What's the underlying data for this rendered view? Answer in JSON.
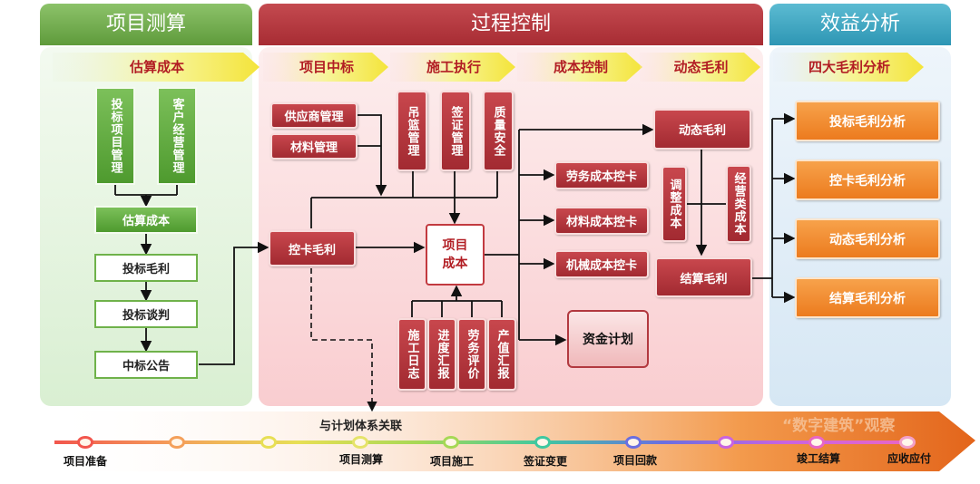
{
  "columns": {
    "col1": "项目测算",
    "col2": "过程控制",
    "col3": "效益分析"
  },
  "ribbons": {
    "estimate_cost": "估算成本",
    "bid_win": "项目中标",
    "construction": "施工执行",
    "cost_control": "成本控制",
    "dynamic_margin": "动态毛利",
    "four_margin": "四大毛利分析"
  },
  "col1": {
    "bid_project_mgmt": "投标项目管理",
    "customer_mgmt": "客户经营管理",
    "estimate_cost": "估算成本",
    "bid_margin": "投标毛利",
    "bid_negotiation": "投标谈判",
    "bid_notice": "中标公告"
  },
  "col2": {
    "supplier_mgmt": "供应商管理",
    "material_mgmt": "材料管理",
    "gondola_mgmt": "吊篮管理",
    "visa_mgmt": "签证管理",
    "quality_safety": "质量安全",
    "control_margin": "控卡毛利",
    "project_cost": "项目成本",
    "labor_cost_card": "劳务成本控卡",
    "material_cost_card": "材料成本控卡",
    "machine_cost_card": "机械成本控卡",
    "fund_plan": "资金计划",
    "construction_log": "施工日志",
    "progress_report": "进度汇报",
    "labor_eval": "劳务评价",
    "output_report": "产值汇报",
    "dynamic_margin": "动态毛利",
    "adjust_cost": "调整成本",
    "operating_cost": "经营类成本",
    "settle_margin": "结算毛利",
    "plan_link": "与计划体系关联"
  },
  "col3": {
    "bid_margin_analysis": "投标毛利分析",
    "control_margin_analysis": "控卡毛利分析",
    "dynamic_margin_analysis": "动态毛利分析",
    "settle_margin_analysis": "结算毛利分析"
  },
  "timeline": {
    "labels": [
      "项目准备",
      "项目测算",
      "项目施工",
      "签证变更",
      "项目回款",
      "竣工结算",
      "应收应付"
    ],
    "watermark": "“数字建筑”观察",
    "dot_colors": [
      "#f2564d",
      "#f4a05a",
      "#e7df55",
      "#e5e36a",
      "#a6d856",
      "#3fc8a0",
      "#6a6fe0",
      "#c964e0",
      "#e866c5",
      "#f2a0c8"
    ]
  },
  "colors": {
    "green_head": "#5f9b3b",
    "red_head": "#a72c33",
    "blue_head": "#2e96b4",
    "red_box": "#a22a31",
    "orange_box": "#ec7b1e",
    "ribbon_text": "#b21e24"
  }
}
